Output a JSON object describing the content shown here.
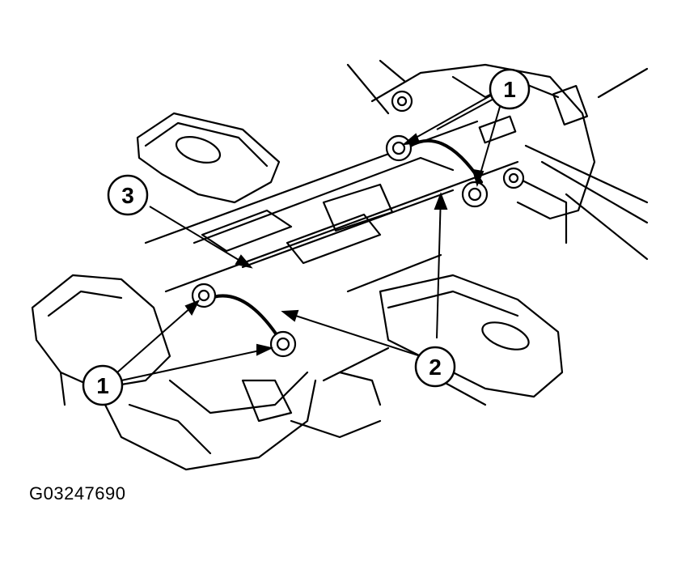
{
  "figure": {
    "id_label": "G03247690",
    "callouts": [
      {
        "label": "1"
      },
      {
        "label": "1"
      },
      {
        "label": "2"
      },
      {
        "label": "3"
      }
    ]
  },
  "colors": {
    "line": "#000000",
    "background": "#ffffff"
  }
}
